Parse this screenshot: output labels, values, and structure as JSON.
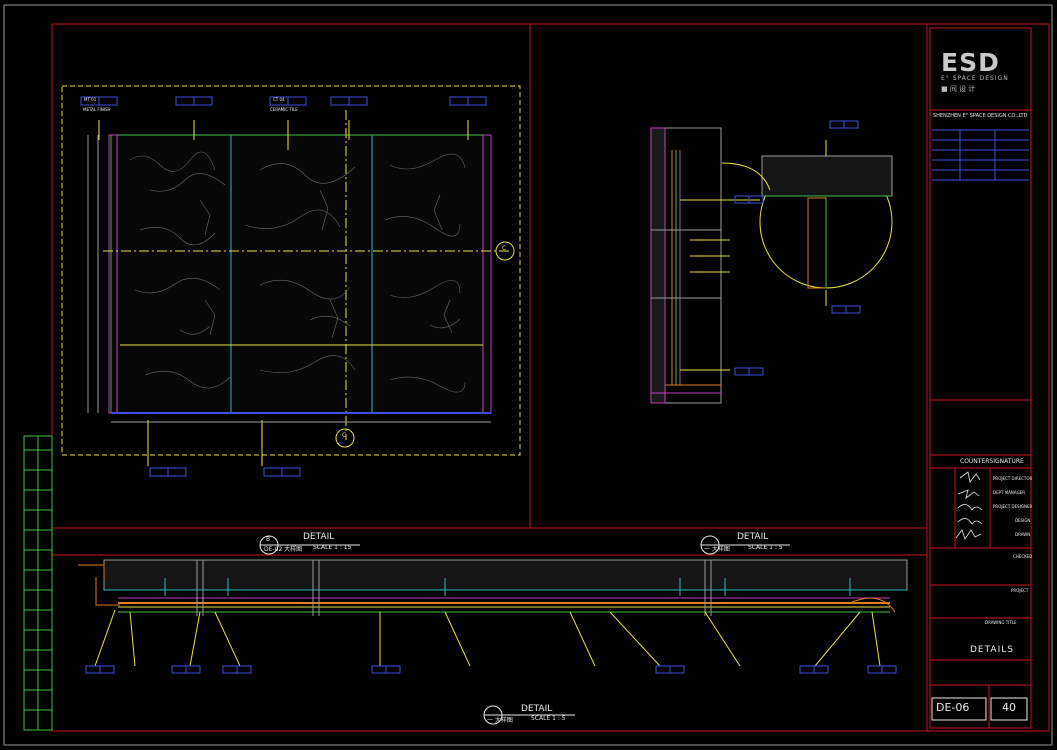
{
  "firm": {
    "logo_text": "ESD",
    "tagline": "E° SPACE DESIGN",
    "chinese_tag": "■ 间 设 计",
    "company": "SHENZHEN E° SPACE DESIGN CO.,LTD"
  },
  "details": {
    "a": {
      "tag": "DETAIL",
      "ref": "DE-02 大样图",
      "scale": "SCALE 1 : 15",
      "mark_letter": "B"
    },
    "b": {
      "tag": "DETAIL",
      "ref": "一 大样图",
      "scale": "SCALE 1 : 5",
      "mark_letter": "C"
    },
    "c": {
      "tag": "DETAIL",
      "ref": "一 大样图",
      "scale": "SCALE 1 : 5",
      "mark_letter": "C"
    }
  },
  "callouts": {
    "mt_code": "MT 01",
    "mt_name": "METAL FINISH",
    "ct_code": "CT 04",
    "ct_name": "CERAMIC TILE"
  },
  "title_block": {
    "countersignature": "COUNTERSIGNATURE",
    "roles": [
      "PROJECT DIRECTOR",
      "DEPT MANAGER",
      "PROJECT DESIGNER",
      "DESIGN",
      "DRAWN",
      "CHECKED"
    ],
    "project_label": "PROJECT",
    "drawing_title_label": "DRAWING TITLE",
    "drawing_title": "DETAILS",
    "drawing_no": "DE-06",
    "sheet_no": "40"
  },
  "colors": {
    "background": "#000000",
    "frame_red": "#c8141e",
    "yellow": "#e7e243",
    "green": "#3fbf3f",
    "cyan": "#2fb6c6",
    "magenta": "#c040c0",
    "orange": "#e07c1c",
    "blue": "#3b4fe0",
    "white": "#e8e8e8"
  }
}
